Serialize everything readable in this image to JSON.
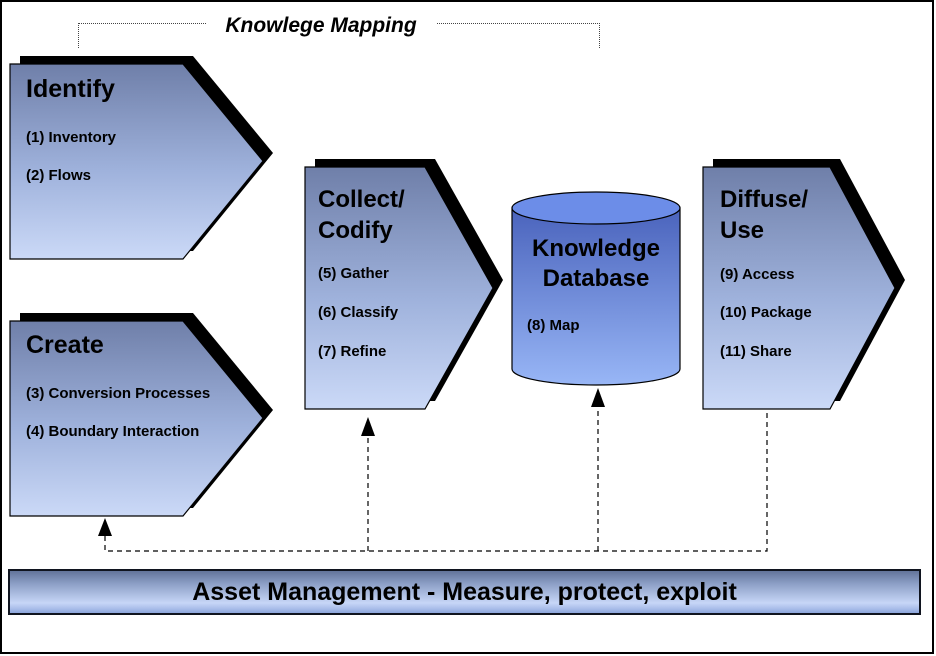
{
  "diagram_title": "Knowlege Mapping",
  "stages": {
    "identify": {
      "title": "Identify",
      "items": [
        "(1) Inventory",
        "(2) Flows"
      ]
    },
    "create": {
      "title": "Create",
      "items": [
        "(3) Conversion Processes",
        "(4) Boundary Interaction"
      ]
    },
    "collect_codify": {
      "title_line1": "Collect/",
      "title_line2": "Codify",
      "items": [
        "(5) Gather",
        "(6) Classify",
        "(7) Refine"
      ]
    },
    "knowledge_database": {
      "title_line1": "Knowledge",
      "title_line2": "Database",
      "items": [
        "(8) Map"
      ]
    },
    "diffuse_use": {
      "title_line1": "Diffuse/",
      "title_line2": "Use",
      "items": [
        "(9) Access",
        "(10) Package",
        "(11) Share"
      ]
    }
  },
  "footer_bar": {
    "label": "Asset Management - Measure, protect, exploit"
  },
  "colors": {
    "shape_gradient_top": "#6F7FA9",
    "shape_gradient_bottom": "#CBD9F7",
    "cylinder_top_face": "#6C8DE8",
    "cylinder_body_top": "#4A63BC",
    "cylinder_body_bottom": "#98B6F6",
    "bar_gradient_top": "#63749A",
    "bar_gradient_light": "#C7D6F7",
    "bar_gradient_bottom": "#8CA5DB",
    "shadow": "#000000",
    "connector": "#000000"
  }
}
